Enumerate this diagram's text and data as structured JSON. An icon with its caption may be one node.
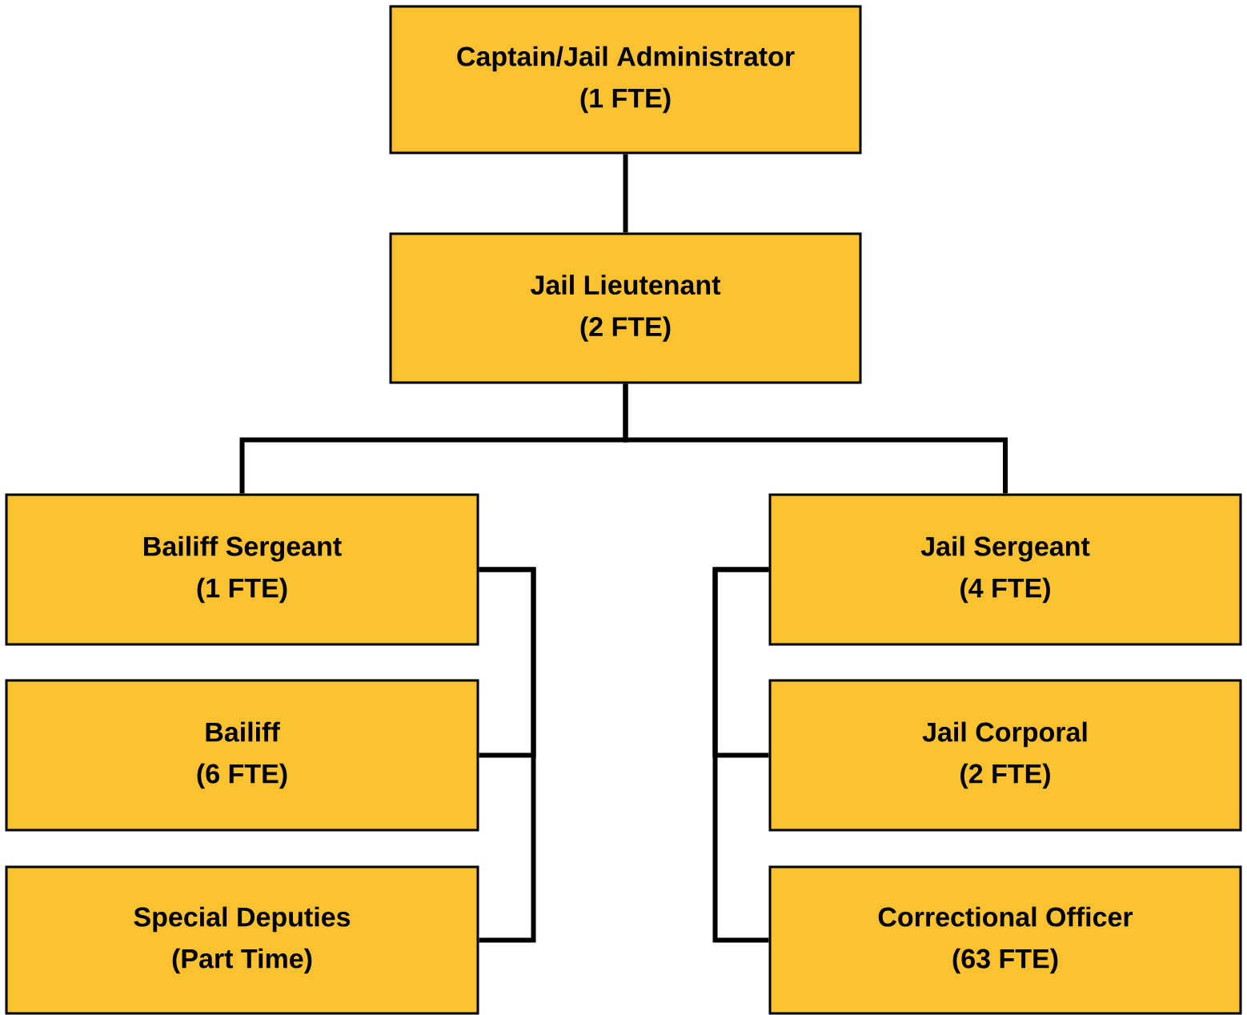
{
  "diagram": {
    "nodes": [
      {
        "text": [
          "Captain/Jail Administrator",
          "(1 FTE)"
        ]
      },
      {
        "text": [
          "Jail Lieutenant",
          "(2 FTE)"
        ]
      },
      {
        "text": [
          "Bailiff Sergeant",
          "(1 FTE)"
        ]
      },
      {
        "text": [
          "Bailiff",
          "(6 FTE)"
        ]
      },
      {
        "text": [
          "Special Deputies",
          "(Part Time)"
        ]
      },
      {
        "text": [
          "Jail Sergeant",
          "(4 FTE)"
        ]
      },
      {
        "text": [
          "Jail Corporal",
          "(2 FTE)"
        ]
      },
      {
        "text": [
          "Correctional Officer",
          "(63 FTE)"
        ]
      }
    ],
    "edges": [
      {
        "from": 0,
        "to": 1,
        "arrow": "none"
      },
      {
        "from": 1,
        "to": 2,
        "arrow": "none"
      },
      {
        "from": 1,
        "to": 5,
        "arrow": "none"
      },
      {
        "from": 2,
        "to": 3,
        "arrow": "none"
      },
      {
        "from": 2,
        "to": 4,
        "arrow": "none"
      },
      {
        "from": 5,
        "to": 6,
        "arrow": "none"
      },
      {
        "from": 5,
        "to": 7,
        "arrow": "none"
      }
    ]
  }
}
